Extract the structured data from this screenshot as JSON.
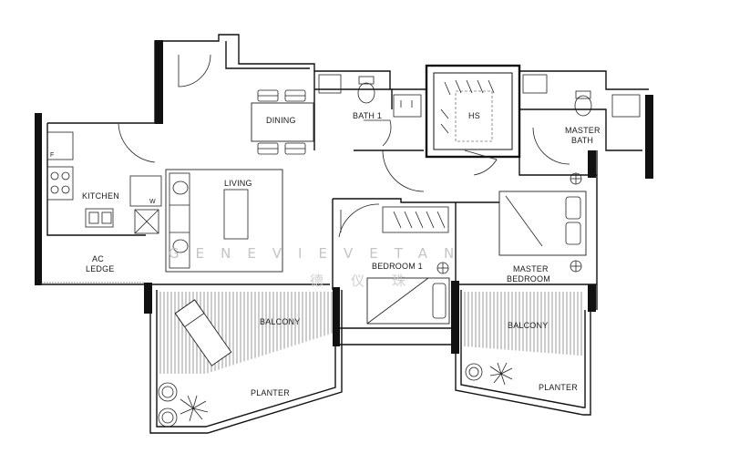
{
  "rooms": {
    "dining": "DINING",
    "bath1": "BATH 1",
    "hs": "HS",
    "master_bath_line1": "MASTER",
    "master_bath_line2": "BATH",
    "kitchen": "KITCHEN",
    "living": "LIVING",
    "ac_ledge_line1": "AC",
    "ac_ledge_line2": "LEDGE",
    "bedroom1": "BEDROOM 1",
    "master_bedroom_line1": "MASTER",
    "master_bedroom_line2": "BEDROOM",
    "balcony_left": "BALCONY",
    "balcony_right": "BALCONY",
    "planter_left": "PLANTER",
    "planter_right": "PLANTER"
  },
  "fixtures": {
    "fridge_mark": "F",
    "washer_mark": "W"
  },
  "watermark": {
    "latin": "GENEVIEVETAN",
    "chinese": "德仪珠"
  },
  "colors": {
    "wall": "#111111",
    "line": "#222222",
    "watermark": "#c4c4c4"
  }
}
